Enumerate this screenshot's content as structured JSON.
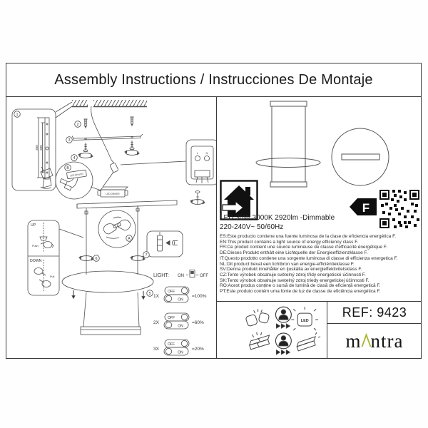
{
  "title": "Assembly Instructions / Instrucciones De Montaje",
  "diagram": {
    "steps": {
      "n1": "1",
      "n2": "2",
      "n3": "3",
      "n4": "4",
      "n5": "5",
      "n6": "6",
      "n7": "7"
    },
    "details": {
      "a": "A",
      "b": "B"
    },
    "dims": {
      "outer": "355",
      "inner": "305"
    },
    "led_driver": "LED DRIVER",
    "led_driver2": "LED DRIVER",
    "terminal": {
      "l": "L",
      "n": "N"
    },
    "updown": {
      "up": "UP",
      "down": "DOWN",
      "push": "Push",
      "pull": "Pull"
    }
  },
  "dimmer": {
    "label": "LIGHT:",
    "on": "ON",
    "off": "OFF",
    "rows": [
      {
        "count": "1X",
        "off": "OFF",
        "on": "ON",
        "result": "=100%"
      },
      {
        "count": "2X",
        "off": "OFF",
        "on": "ON",
        "result": "=60%"
      },
      {
        "count": "3X",
        "off": "OFF",
        "on": "ON",
        "result": "=20%"
      }
    ]
  },
  "specs": {
    "line1": "LED 30W 3000K 2920lm -Dimmable",
    "line2": "220-240V~ 50/60Hz",
    "energy_class": "F",
    "languages": [
      "ES:Este producto contiene una fuente luminosa de la clase de eficiencia energética F.",
      "EN:This product contains a light source of energy efficiency class F.",
      "FR:Ce produit contient une source lumineuse de classe d'efficacité énergétique F.",
      "DE:Dieses Produkt enthält eine Lichtquelle der Energieeffizienzklasse F.",
      "IT:Questo prodotto contiene una sorgente luminosa di classe di efficienza energetica F.",
      "NL:Dit product bevat een lichtbron van energie-efficiëntieklasse F.",
      "SV:Denna produkt innehåller en ljuskälla av energieffektivitetsklass F.",
      "CZ:Tento výrobek obsahuje světelný zdroj třídy energetické účinnosti F.",
      "SK:Tento výrobok obsahuje svetelný zdroj triedy energetickej účinnosti F.",
      "RO:Acest produs conține o sursă de lumină de clasă de eficiență energetică F.",
      "PT:Este produto contém uma fonte de luz de classe de eficiência energética F."
    ]
  },
  "footer": {
    "ref": "REF: 9423",
    "brand_pre": "m",
    "brand_post": "ntra",
    "led_badge": "LED"
  },
  "colors": {
    "brand_green": "#a9b32a",
    "ink": "#2b2b2b",
    "line": "#4d4d4d"
  }
}
